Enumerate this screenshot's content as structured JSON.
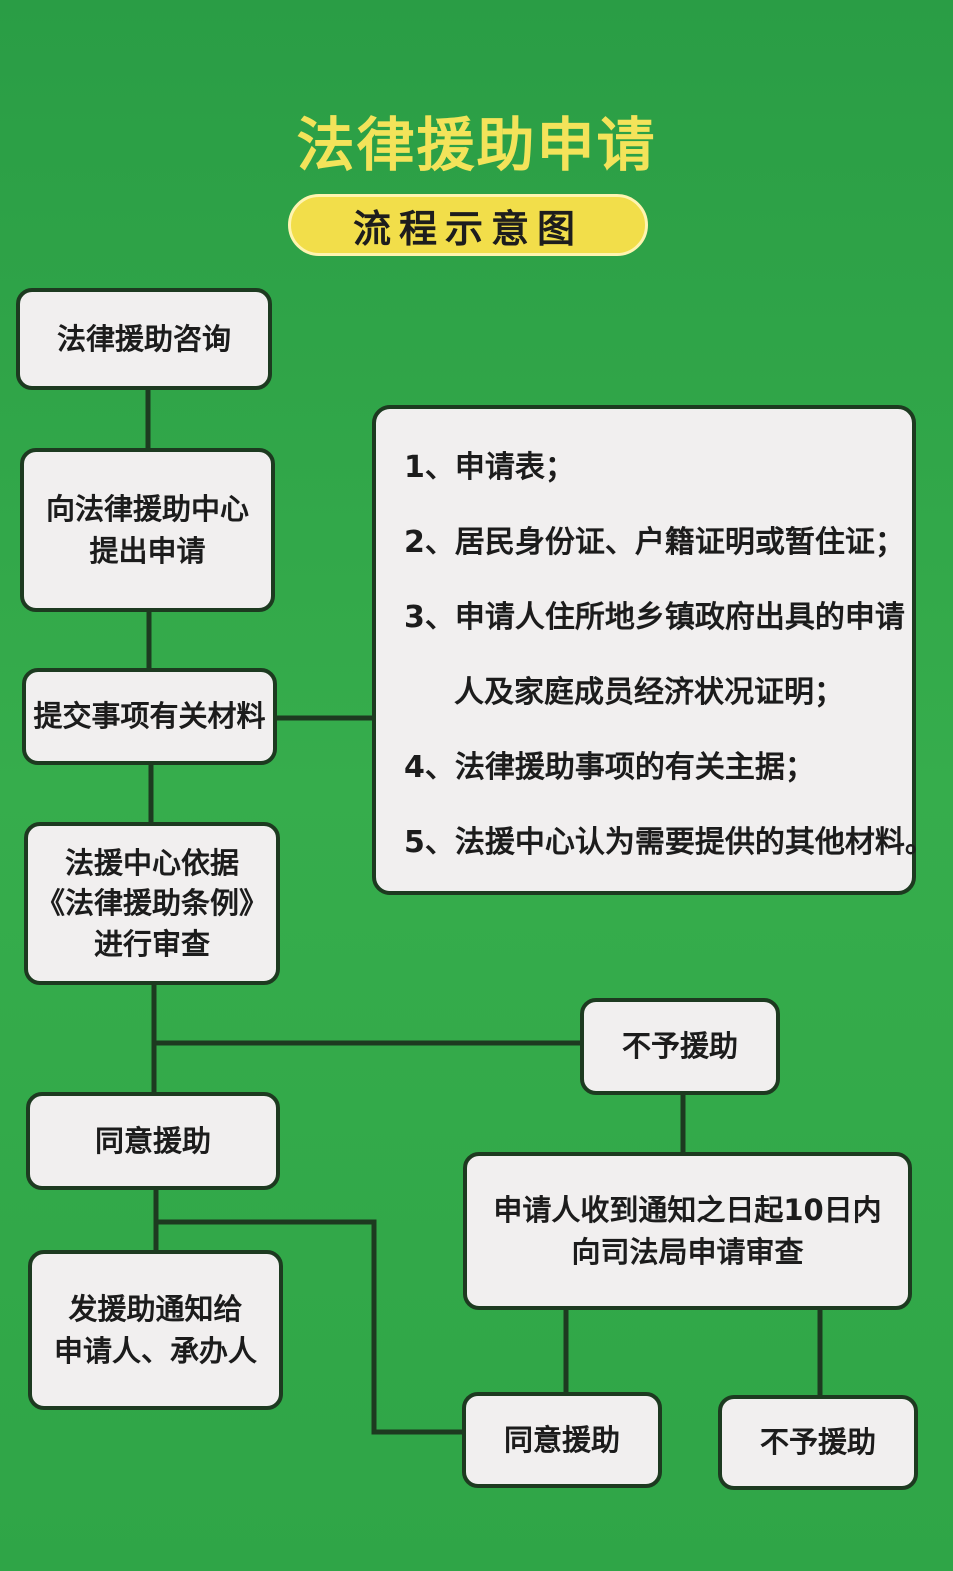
{
  "title": "法律援助申请",
  "subtitle": "流程示意图",
  "colors": {
    "background": "#2fa547",
    "title": "#f3e35a",
    "pill": "#f2de4a",
    "box": "#f1efef",
    "border": "#1d3a20"
  },
  "nodes": {
    "consult": "法律援助咨询",
    "apply": [
      "向法律援助中心",
      "提出申请"
    ],
    "submit": "提交事项有关材料",
    "review": [
      "法援中心依据",
      "《法律援助条例》",
      "进行审查"
    ],
    "reject": "不予援助",
    "approve": "同意援助",
    "notify": [
      "发援助通知给",
      "申请人、承办人"
    ],
    "appeal": [
      "申请人收到通知之日起10日内",
      "向司法局申请审查"
    ],
    "appeal_approve": "同意援助",
    "appeal_reject": "不予援助"
  },
  "materials": [
    "1、申请表；",
    "2、居民身份证、户籍证明或暂住证；",
    "3、申请人住所地乡镇政府出具的申请",
    "人及家庭成员经济状况证明；",
    "4、法律援助事项的有关主据；",
    "5、法援中心认为需要提供的其他材料。"
  ]
}
